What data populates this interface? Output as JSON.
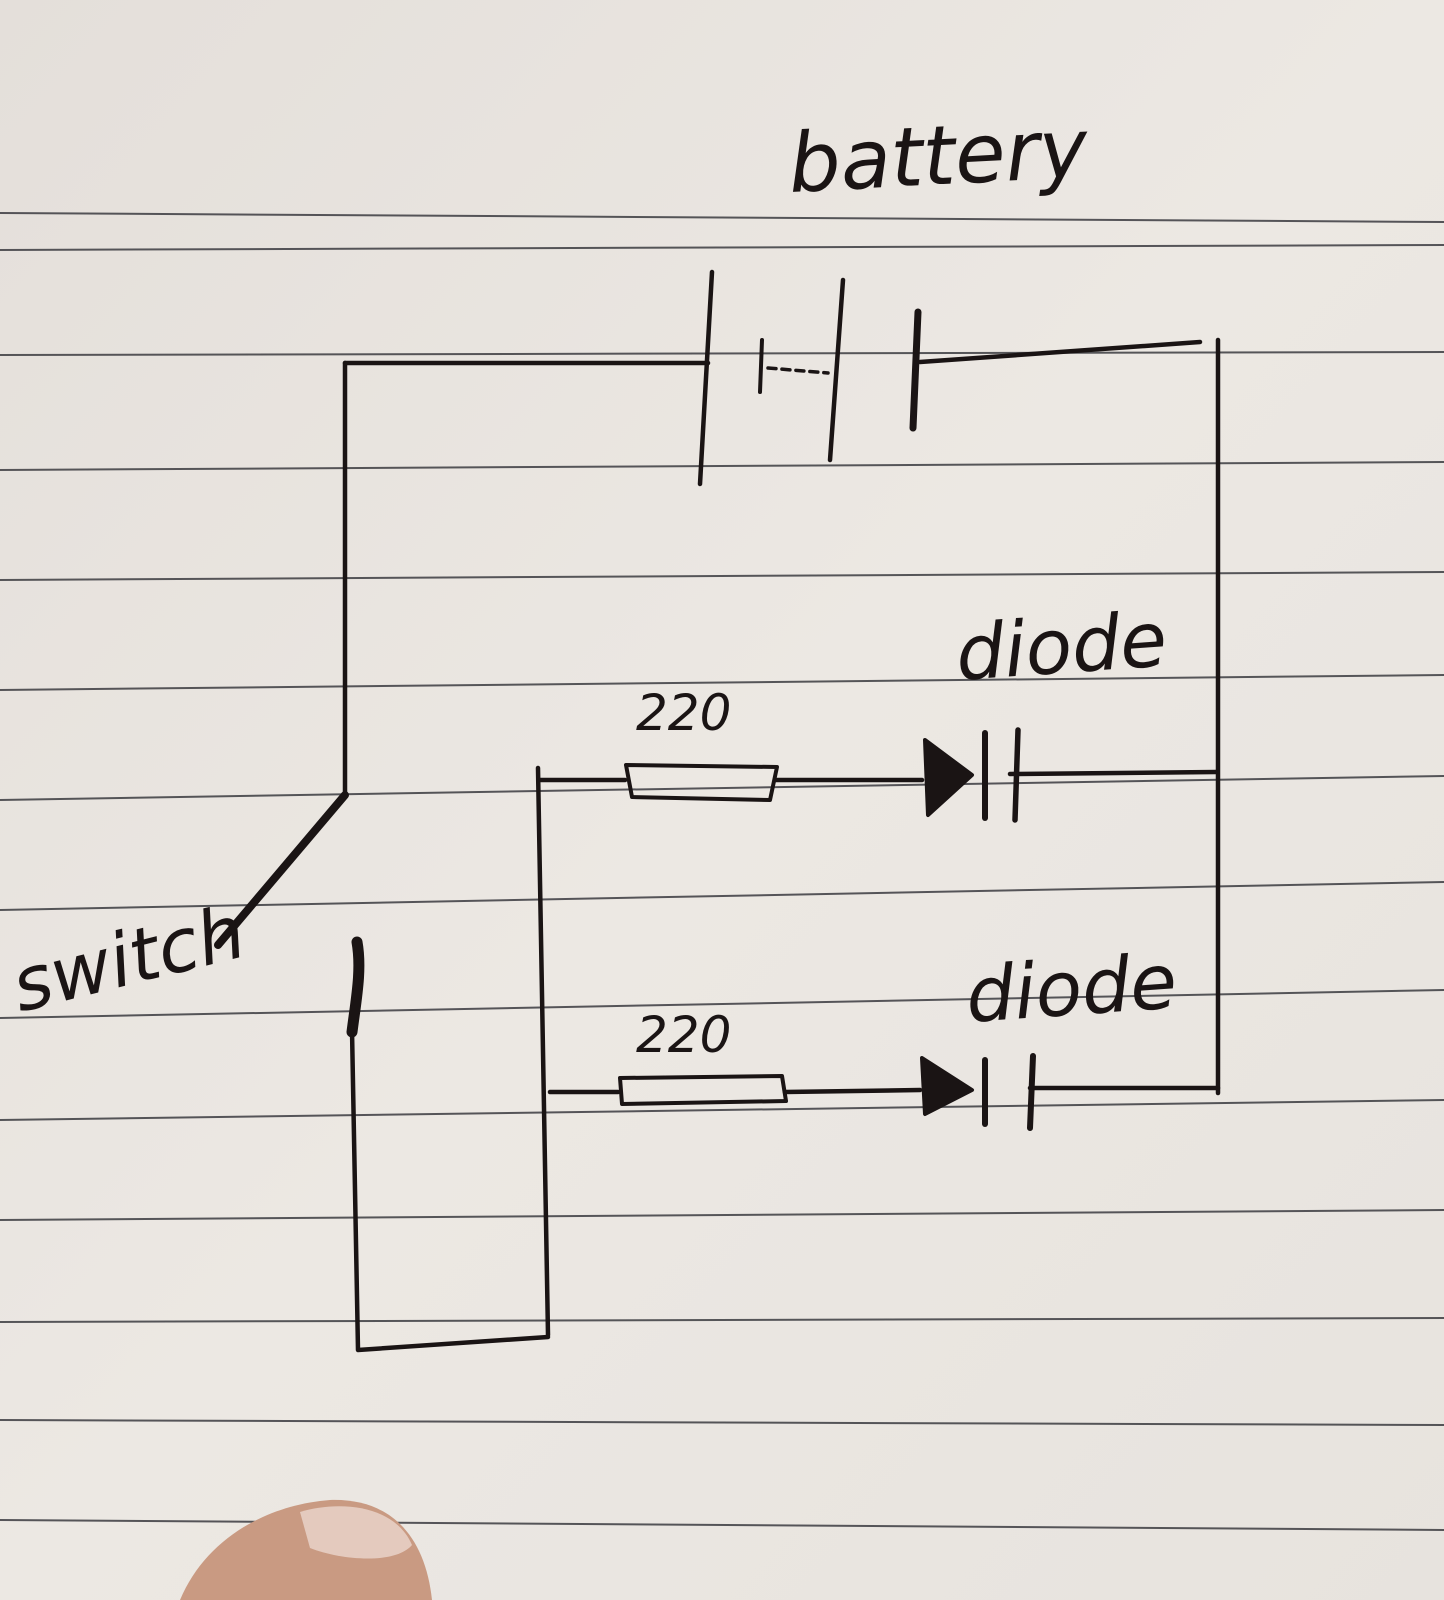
{
  "labels": {
    "battery": "battery",
    "switch": "switch",
    "diode_top": "diode",
    "diode_bottom": "diode",
    "resistor_top_value": "220",
    "resistor_bottom_value": "220"
  },
  "colors": {
    "paper": "#ece8e3",
    "ink": "#1a1414",
    "ruled_line": "#3b3b40"
  }
}
